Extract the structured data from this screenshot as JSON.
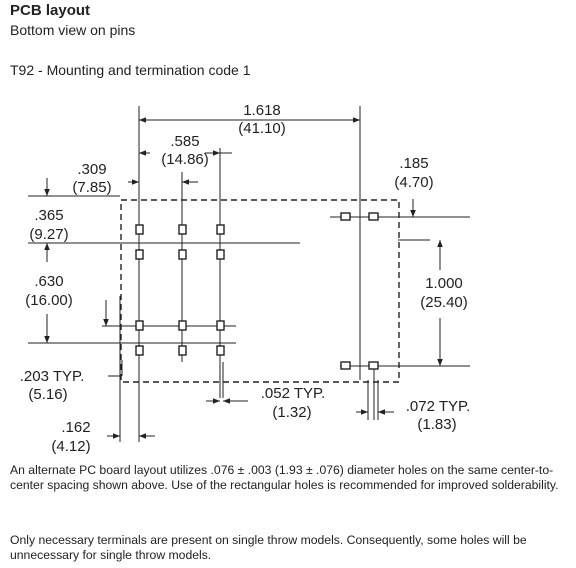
{
  "header": {
    "title": "PCB layout",
    "subtitle": "Bottom view on pins",
    "caption": "T92 - Mounting and termination code 1"
  },
  "dimensions": {
    "overall_width": {
      "in": "1.618",
      "mm": "(41.10)"
    },
    "inner_span": {
      "in": ".585",
      "mm": "(14.86)"
    },
    "left_offset": {
      "in": ".309",
      "mm": "(7.85)"
    },
    "right_offset": {
      "in": ".185",
      "mm": "(4.70)"
    },
    "top_row": {
      "in": ".365",
      "mm": "(9.27)"
    },
    "mid_span": {
      "in": ".630",
      "mm": "(16.00)"
    },
    "right_vertical": {
      "in": "1.000",
      "mm": "(25.40)"
    },
    "pin_spacing": {
      "in": ".203 TYP.",
      "mm": "(5.16)"
    },
    "bottom_left": {
      "in": ".162",
      "mm": "(4.12)"
    },
    "pin_width": {
      "in": ".052 TYP.",
      "mm": "(1.32)"
    },
    "pin_length": {
      "in": ".072 TYP.",
      "mm": "(1.83)"
    }
  },
  "notes": {
    "note1": "An alternate PC board layout utilizes .076 ± .003 (1.93 ± .076) diameter holes on the same center-to-center spacing shown above. Use of the rectangular holes is recommended for improved solderability.",
    "note2": "Only necessary terminals are present on single throw models. Consequently, some holes will be unnecessary for single throw models."
  },
  "colors": {
    "line": "#222222",
    "background": "#ffffff"
  }
}
